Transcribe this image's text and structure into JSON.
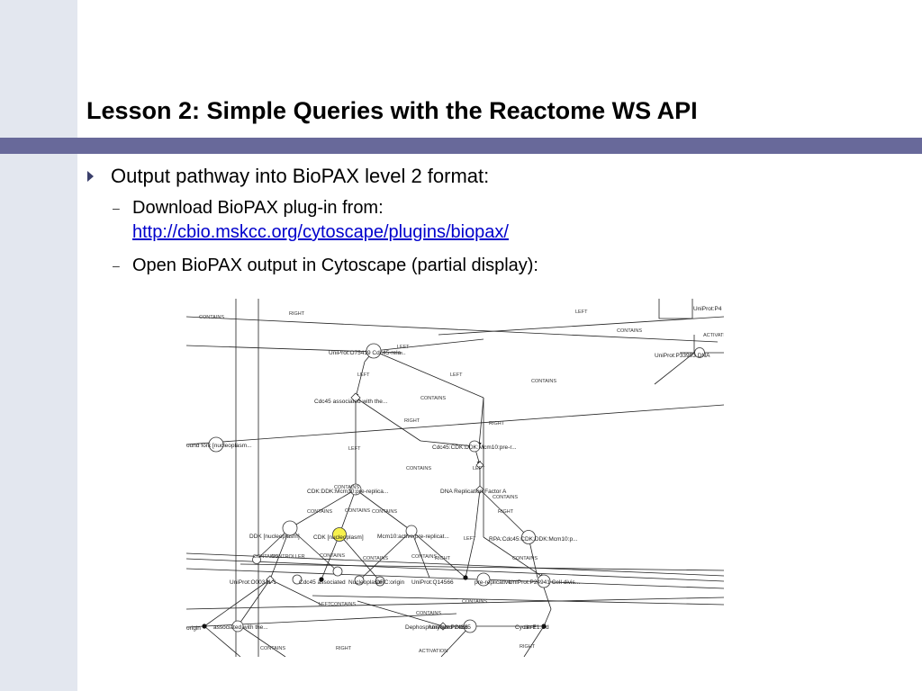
{
  "title": "Lesson 2: Simple Queries with the Reactome WS API",
  "bullets": [
    {
      "text": "Output pathway into BioPAX level 2 format:",
      "sub": [
        {
          "line1": "Download BioPAX plug-in from:",
          "link": "http://cbio.mskcc.org/cytoscape/plugins/biopax/"
        },
        {
          "line1": "Open BioPAX output in Cytoscape (partial display):"
        }
      ]
    }
  ],
  "network": {
    "node_labels": [
      "UniProt:P4",
      "UniProt:O75419 Cdc45-rela...",
      "UniProt:P33993 DNA",
      "Cdc45 associated with the...",
      "ound fork [nucleoplasm...",
      "Cdc45:CDK:DDK:Mcm10:pre-r...",
      "CDK:DDK:Mcm10:pre-replica...",
      "DNA Replication Factor A",
      "DDK [nucleoplasm]",
      "CDK [nucleoplasm]",
      "Mcm10:active pre-replicat...",
      "RPA:Cdc45:CDK:DDK:Mcm10:p...",
      "UniProt:O00311-1",
      "Cdc45 associated",
      "Nucleoplasm",
      "UniProt:Q14566",
      "ORC:origin",
      "pre-replicative",
      "UniProt:P24941 Cell divis...",
      "origin",
      "associated with the...",
      "Dephosphorylated Cdc6",
      "UniProt:P24385",
      "Cyclin E1:Cd"
    ],
    "edge_labels": [
      "CONTAINS",
      "RIGHT",
      "LEFT",
      "ACTIVATION",
      "CONTROLLER"
    ]
  }
}
